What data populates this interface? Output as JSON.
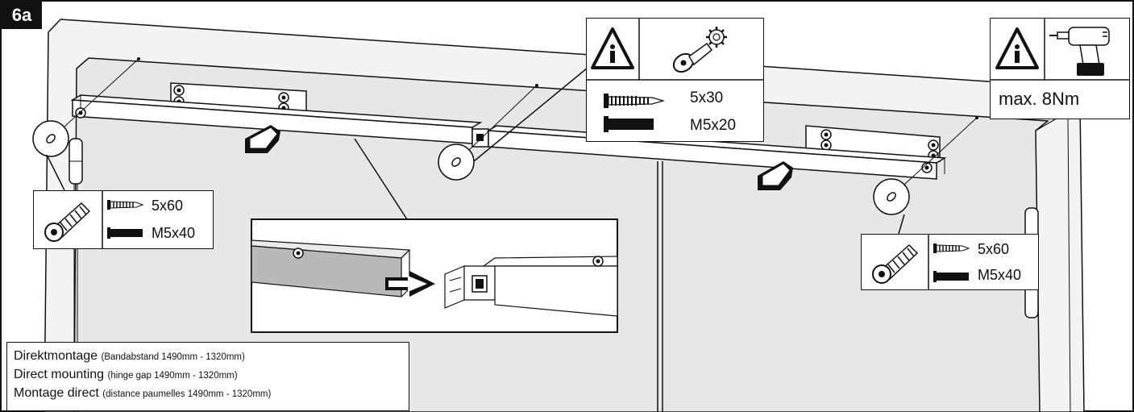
{
  "step_label": "6a",
  "info_panel_center": {
    "screw_1": "5x30",
    "screw_2": "M5x20"
  },
  "info_panel_right": {
    "torque": "max. 8Nm"
  },
  "screw_panel_left": {
    "screw_1": "5x60",
    "screw_2": "M5x40"
  },
  "screw_panel_right": {
    "screw_1": "5x60",
    "screw_2": "M5x40"
  },
  "caption": {
    "de_main": "Direktmontage",
    "de_detail": "(Bandabstand 1490mm - 1320mm)",
    "en_main": "Direct mounting",
    "en_detail": "(hinge gap 1490mm - 1320mm)",
    "fr_main": "Montage direct",
    "fr_detail": "(distance paumelles 1490mm - 1320mm)"
  },
  "colors": {
    "line": "#111111",
    "door_fill": "#e6e6e6",
    "frame_fill": "#f2f2f2",
    "rail_dark": "#b5b5b5"
  }
}
